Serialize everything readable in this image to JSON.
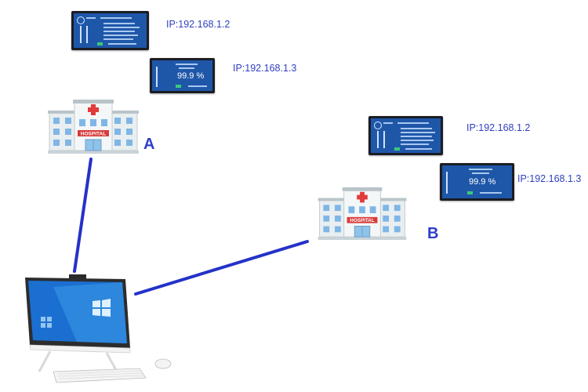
{
  "sites": [
    {
      "label": "A",
      "building_sign": "HOSPITAL",
      "displays": [
        {
          "ip": "IP:192.168.1.2"
        },
        {
          "ip": "IP:192.168.1.3",
          "value": "99.9 %"
        }
      ]
    },
    {
      "label": "B",
      "building_sign": "HOSPITAL",
      "displays": [
        {
          "ip": "IP:192.168.1.2"
        },
        {
          "ip": "IP:192.168.1.3",
          "value": "99.9 %"
        }
      ]
    }
  ],
  "colors": {
    "link_line": "#2432c8",
    "label": "#2d3ec8",
    "ip_text": "#2f3fbf",
    "screen_panel": "#1f57a8"
  }
}
